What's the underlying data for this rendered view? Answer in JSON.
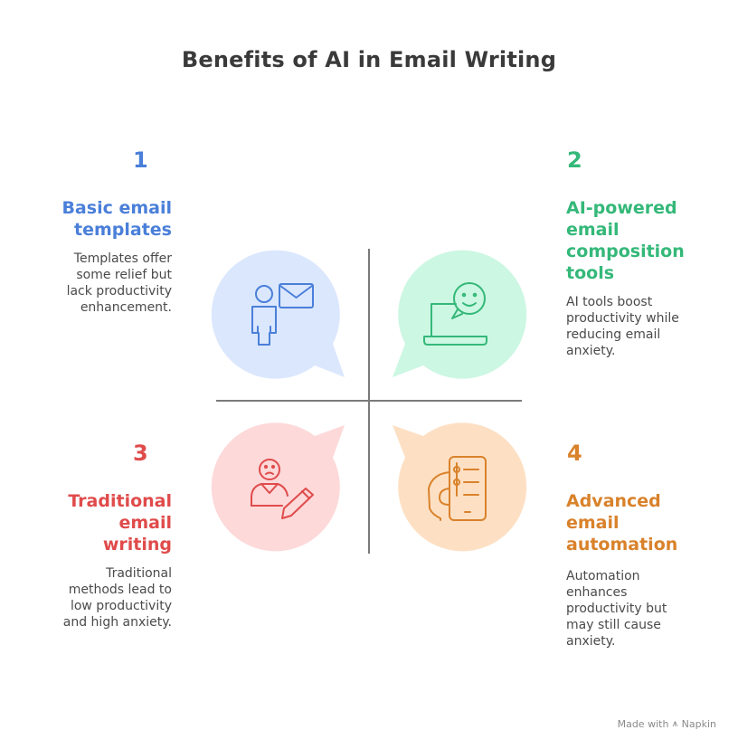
{
  "title": "Benefits of AI in Email Writing",
  "colors": {
    "q1": "#4a7fd9",
    "q2": "#34b879",
    "q3": "#e04b4b",
    "q4": "#d9822b",
    "q1_bg": "#dbe7fd",
    "q2_bg": "#ccf7e3",
    "q3_bg": "#fdd9d9",
    "q4_bg": "#fde0c4",
    "axis": "#7a7a7a"
  },
  "quadrants": [
    {
      "number": "1",
      "heading_lines": [
        "Basic email",
        "templates"
      ],
      "description_lines": [
        "Templates offer",
        "some relief but",
        "lack productivity",
        "enhancement."
      ],
      "icon": "person-envelope-icon"
    },
    {
      "number": "2",
      "heading_lines": [
        "AI-powered",
        "email",
        "composition",
        "tools"
      ],
      "description_lines": [
        "AI tools boost",
        "productivity while",
        "reducing email",
        "anxiety."
      ],
      "icon": "laptop-smiley-icon"
    },
    {
      "number": "3",
      "heading_lines": [
        "Traditional",
        "email",
        "writing"
      ],
      "description_lines": [
        "Traditional",
        "methods lead to",
        "low productivity",
        "and high anxiety."
      ],
      "icon": "person-pencil-icon"
    },
    {
      "number": "4",
      "heading_lines": [
        "Advanced",
        "email",
        "automation"
      ],
      "description_lines": [
        "Automation",
        "enhances",
        "productivity but",
        "may still cause",
        "anxiety."
      ],
      "icon": "hand-phone-icon"
    }
  ],
  "footer": {
    "made_with": "Made with",
    "brand": "Napkin",
    "brand_icon": "napkin-logo-icon"
  }
}
